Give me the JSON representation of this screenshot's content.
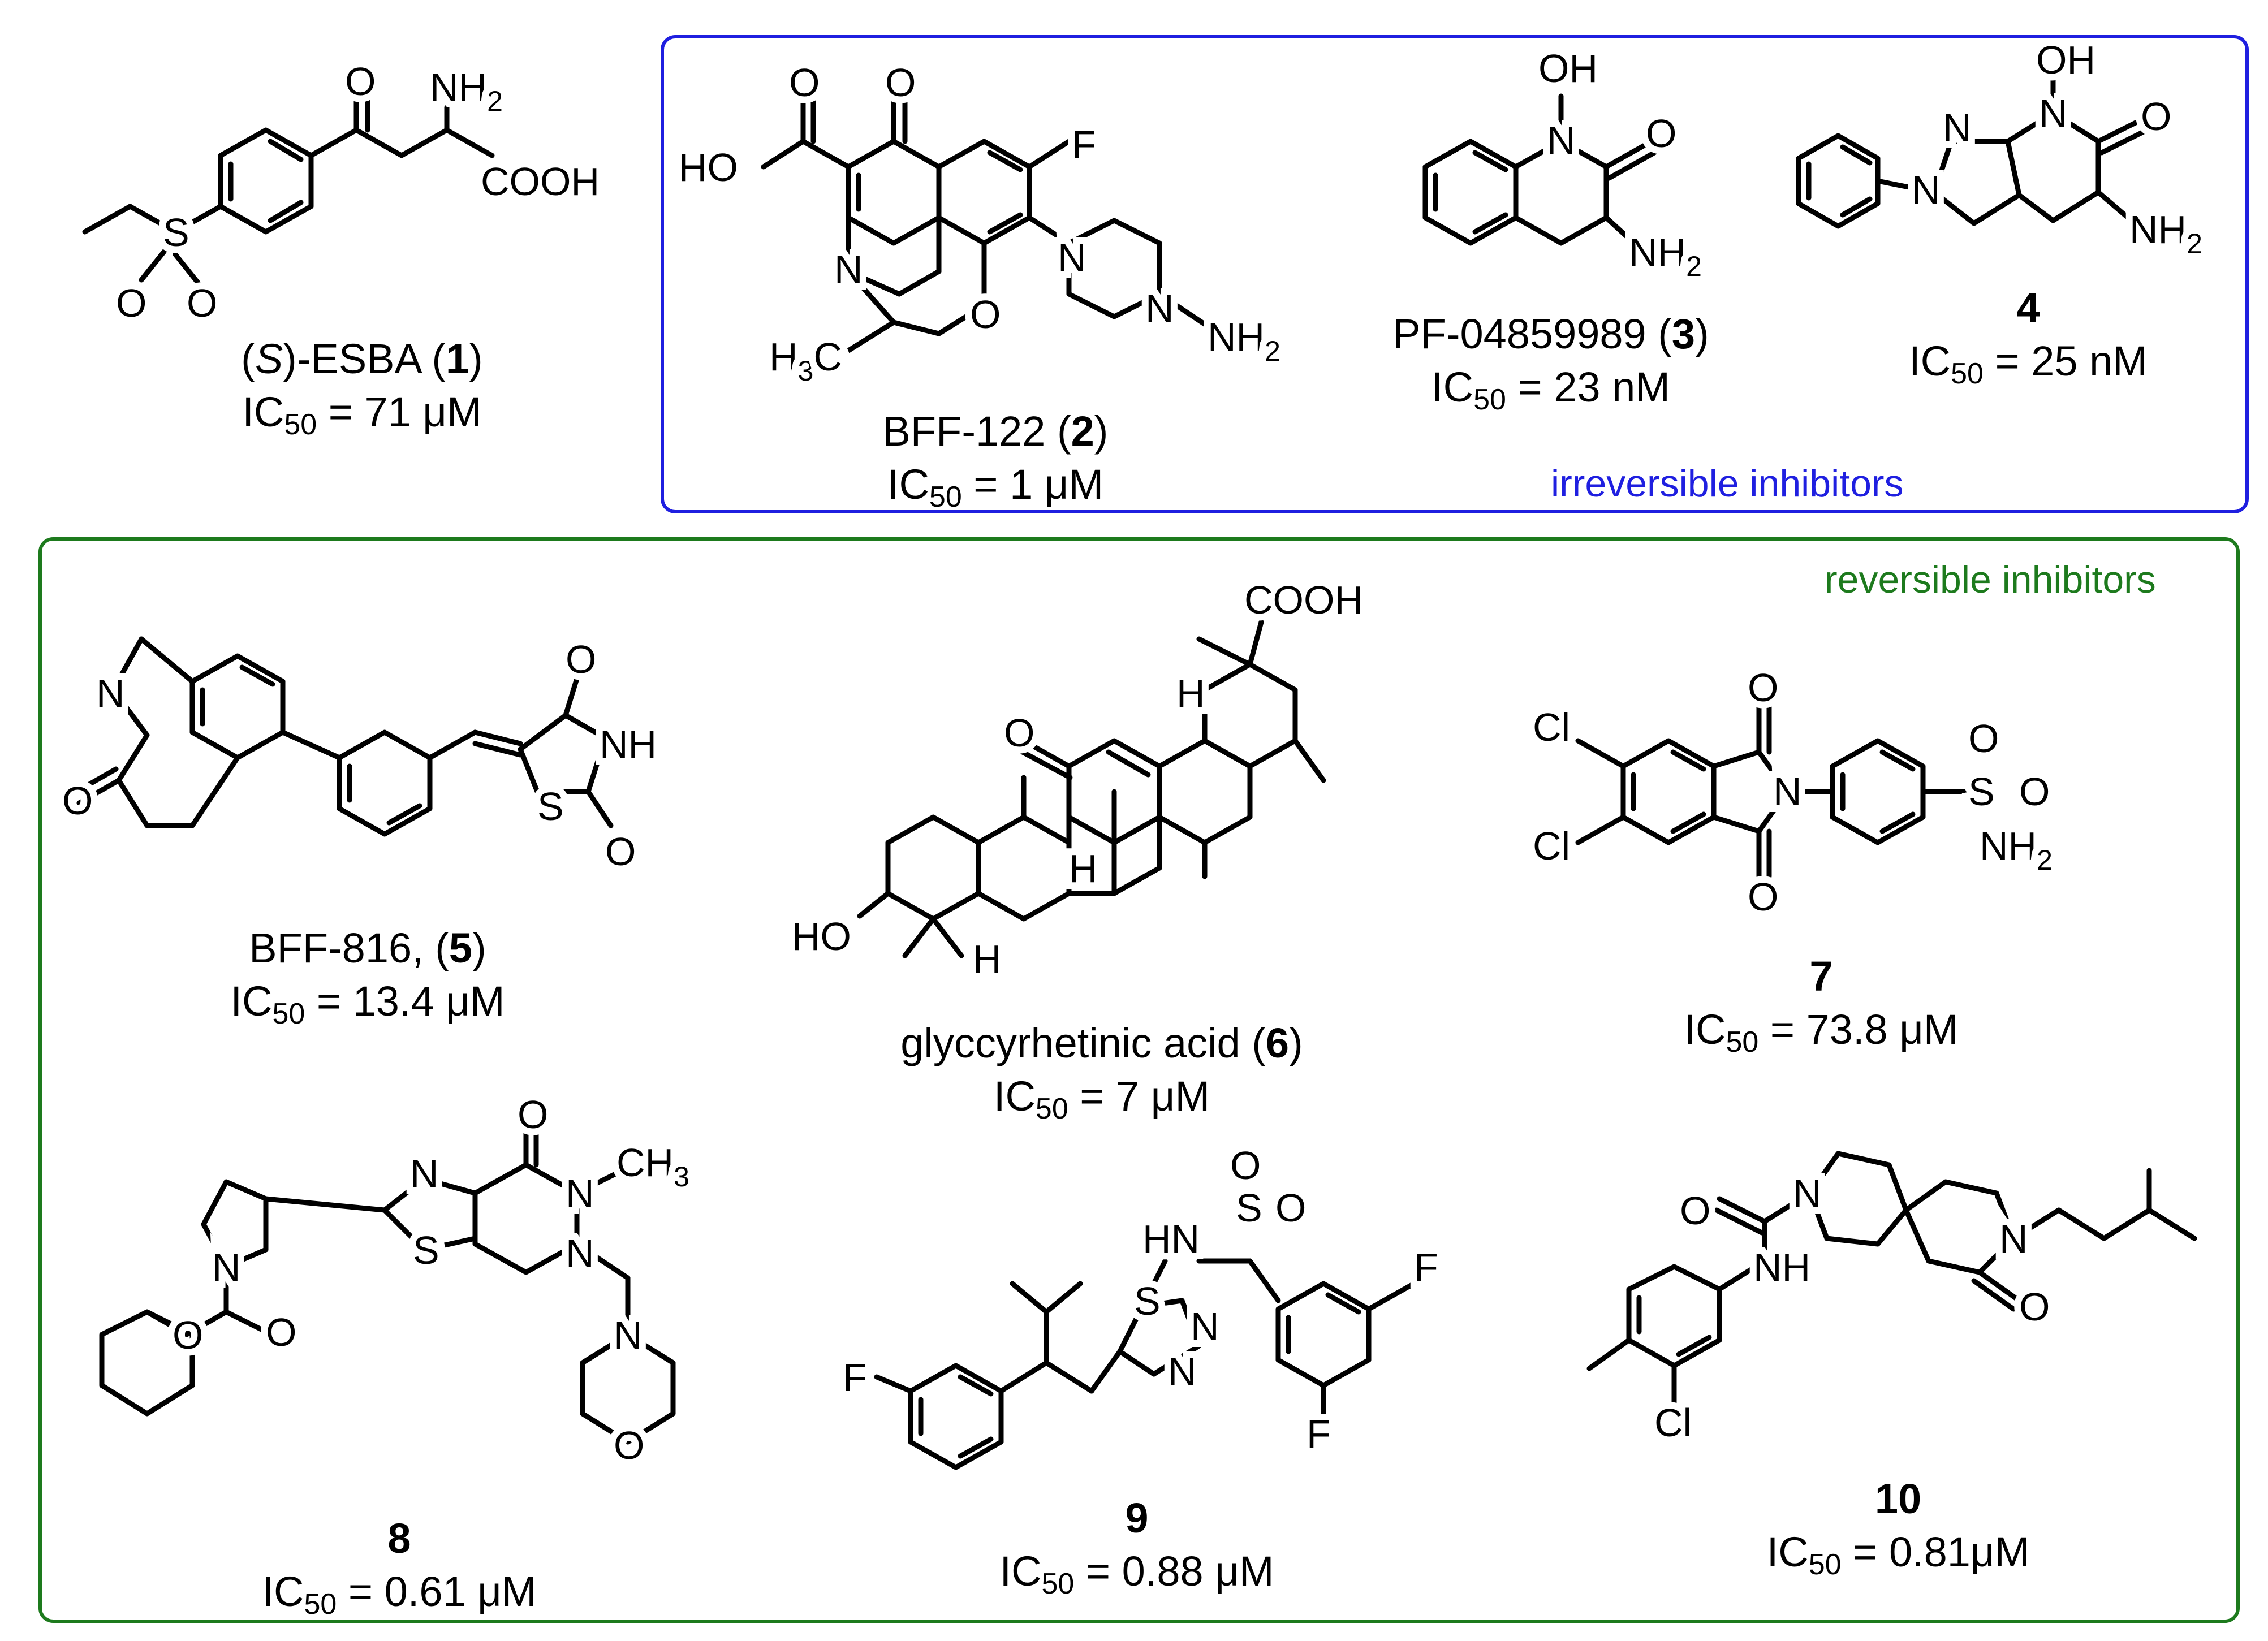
{
  "groups": {
    "irreversible": "irreversible inhibitors",
    "reversible": "reversible inhibitors"
  },
  "compounds": [
    {
      "id": "1",
      "name_prefix": "(",
      "name_italic": "S",
      "name_mid": ")-ESBA (",
      "name_bold": "1",
      "name_suffix": ")",
      "ic50_value": "71 μM"
    },
    {
      "id": "2",
      "name_prefix": "BFF-122 (",
      "name_bold": "2",
      "name_suffix": ")",
      "ic50_value": "1 μM"
    },
    {
      "id": "3",
      "name_prefix": "PF-04859989 (",
      "name_bold": "3",
      "name_suffix": ")",
      "ic50_value": "23 nM"
    },
    {
      "id": "4",
      "name_prefix": "",
      "name_bold": "4",
      "name_suffix": "",
      "ic50_value": "25 nM"
    },
    {
      "id": "5",
      "name_prefix": "BFF-816, (",
      "name_bold": "5",
      "name_suffix": ")",
      "ic50_value": "13.4 μM"
    },
    {
      "id": "6",
      "name_prefix": "glyccyrhetinic acid (",
      "name_bold": "6",
      "name_suffix": ")",
      "ic50_value": "7 μM"
    },
    {
      "id": "7",
      "name_prefix": "",
      "name_bold": "7",
      "name_suffix": "",
      "ic50_value": "73.8 μM"
    },
    {
      "id": "8",
      "name_prefix": "",
      "name_bold": "8",
      "name_suffix": "",
      "ic50_value": "0.61 μM"
    },
    {
      "id": "9",
      "name_prefix": "",
      "name_bold": "9",
      "name_suffix": "",
      "ic50_value": "0.88 μM"
    },
    {
      "id": "10",
      "name_prefix": "",
      "name_bold": "10",
      "name_suffix": "",
      "ic50_value": "0.81μM"
    }
  ],
  "ic50": {
    "label": "IC",
    "sub": "50",
    "eq": " = "
  },
  "atoms": {
    "c1": {
      "o": "O",
      "nh2": "NH",
      "nh2_sub": "2",
      "cooh": "COOH",
      "s": "S",
      "o2": "O",
      "o3": "O"
    },
    "c2": {
      "o": "O",
      "ho": "HO",
      "o2": "O",
      "f": "F",
      "n1": "N",
      "n2": "N",
      "n3": "N",
      "nh2": "NH",
      "nh2_sub": "2",
      "o3": "O",
      "h3c": "H",
      "h3c_sub": "3",
      "h3c_c": "C"
    },
    "c3": {
      "oh": "OH",
      "n": "N",
      "o": "O",
      "nh2": "NH",
      "nh2_sub": "2"
    },
    "c4": {
      "oh": "OH",
      "n1": "N",
      "n2": "N",
      "n3": "N",
      "o": "O",
      "nh2": "NH",
      "nh2_sub": "2"
    },
    "c5": {
      "n": "N",
      "o": "O",
      "o2": "O",
      "nh": "NH",
      "s": "S",
      "o3": "O"
    },
    "c6": {
      "cooh": "COOH",
      "o": "O",
      "h1": "H",
      "h2": "H",
      "h3": "H",
      "ho": "HO"
    },
    "c7": {
      "cl1": "Cl",
      "cl2": "Cl",
      "o1": "O",
      "o2": "O",
      "n": "N",
      "s": "S",
      "o3": "O",
      "o4": "O",
      "nh2": "NH",
      "nh2_sub": "2"
    },
    "c8": {
      "o": "O",
      "n1": "N",
      "n2": "N",
      "ch3": "CH",
      "ch3_sub": "3",
      "s": "S",
      "n3": "N",
      "n4": "N",
      "o2": "O",
      "o3": "O",
      "n5": "N",
      "o4": "O"
    },
    "c9": {
      "o1": "O",
      "o2": "O",
      "hn": "HN",
      "s1": "S",
      "s2": "S",
      "n1": "N",
      "n2": "N",
      "f1": "F",
      "f2": "F",
      "f3": "F"
    },
    "c10": {
      "o": "O",
      "n1": "N",
      "n2": "N",
      "nh": "NH",
      "o2": "O",
      "cl": "Cl"
    }
  }
}
